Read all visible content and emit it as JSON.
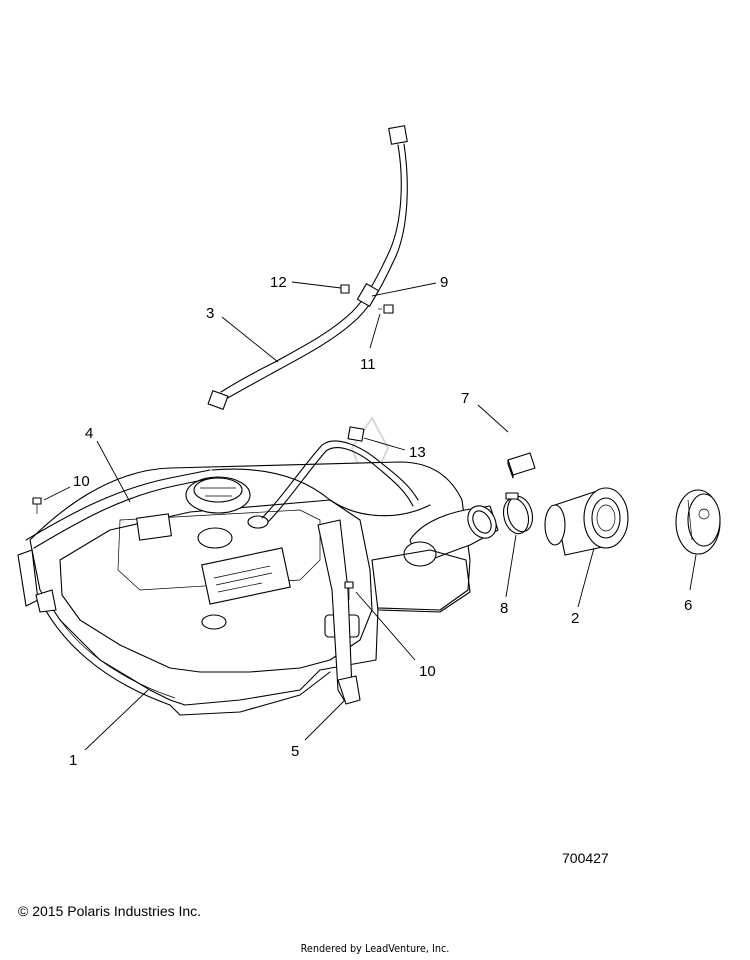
{
  "callouts": {
    "c1": "1",
    "c2": "2",
    "c3": "3",
    "c4": "4",
    "c5": "5",
    "c6": "6",
    "c7": "7",
    "c8": "8",
    "c9": "9",
    "c10a": "10",
    "c10b": "10",
    "c11": "11",
    "c12": "12",
    "c13": "13"
  },
  "diagram_number": "700427",
  "copyright": "© 2015 Polaris Industries Inc.",
  "rendered_by": "Rendered by LeadVenture, Inc."
}
